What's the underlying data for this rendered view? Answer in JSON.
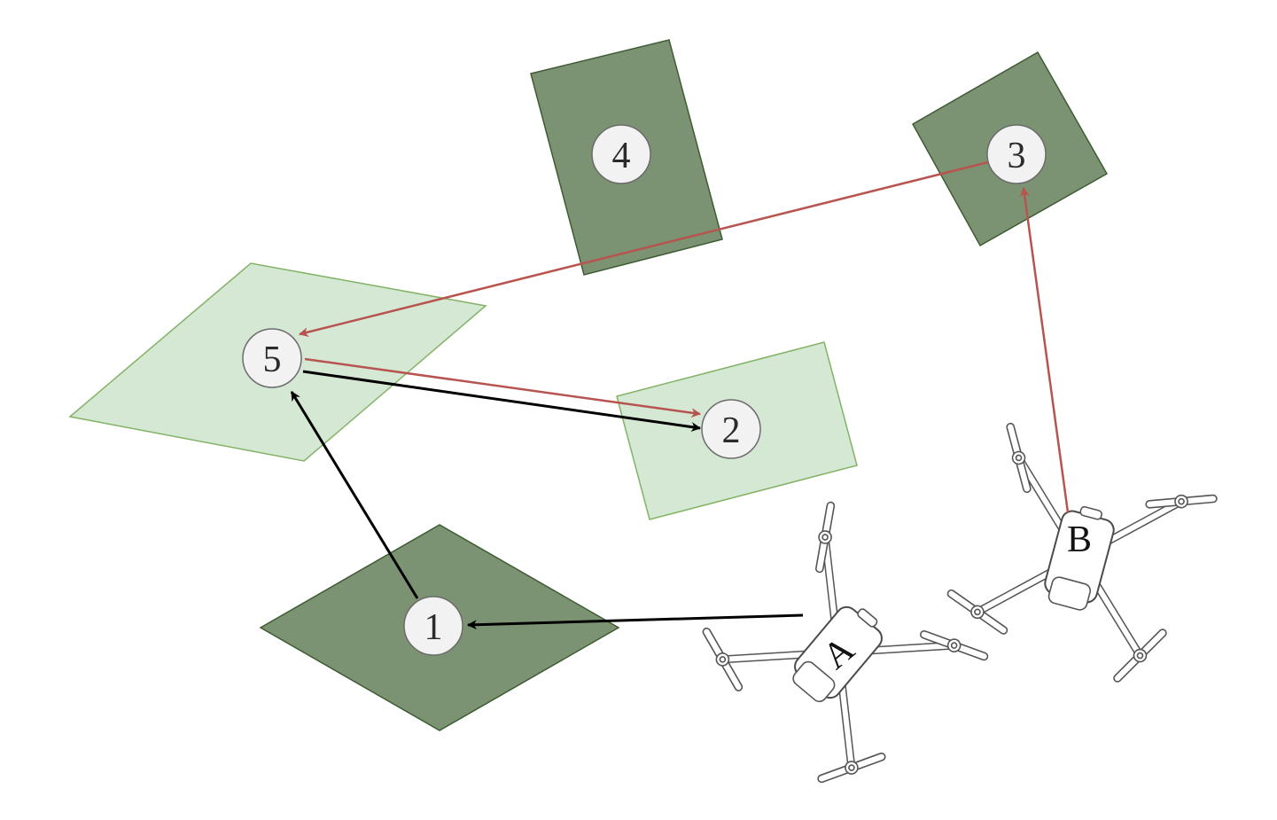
{
  "colors": {
    "dark_region_fill": "#7b9372",
    "dark_region_stroke": "#3e5c33",
    "light_region_fill": "#d5e8d4",
    "light_region_stroke": "#82b366",
    "node_fill": "#f2f2f2",
    "node_stroke": "#6b6b6b",
    "path_a_color": "#000000",
    "path_b_color": "#b85450"
  },
  "nodes": [
    {
      "id": "1",
      "label": "1"
    },
    {
      "id": "2",
      "label": "2"
    },
    {
      "id": "3",
      "label": "3"
    },
    {
      "id": "4",
      "label": "4"
    },
    {
      "id": "5",
      "label": "5"
    }
  ],
  "drones": [
    {
      "id": "A",
      "label": "A",
      "icon": "quadcopter-drone-icon"
    },
    {
      "id": "B",
      "label": "B",
      "icon": "quadcopter-drone-icon"
    }
  ],
  "routes": {
    "A": [
      "A",
      "1",
      "5",
      "2"
    ],
    "B": [
      "B",
      "3",
      "5",
      "2"
    ]
  }
}
